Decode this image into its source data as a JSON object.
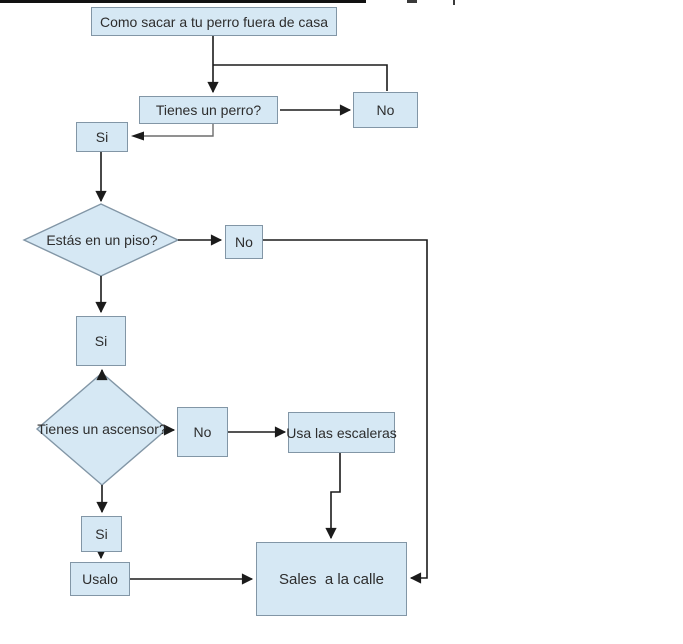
{
  "colors": {
    "page-bg": "#ffffff",
    "fill": "#d6e8f4",
    "border": "#8296a6",
    "line": "#1b1b1b",
    "text": "#2d2d2d"
  },
  "flowchart": {
    "title": "Como sacar a tu perro fuera de casa",
    "q_perro": "Tienes un perro?",
    "no_perro": "No",
    "si_perro": "Si",
    "q_piso": "Estás en un piso?",
    "no_piso": "No",
    "si_piso": "Si",
    "q_ascensor": "Tienes un ascensor?",
    "no_ascensor": "No",
    "usa_escaleras": "Usa las escaleras",
    "si_ascensor": "Si",
    "usalo": "Usalo",
    "sales": "Sales  a la calle"
  }
}
